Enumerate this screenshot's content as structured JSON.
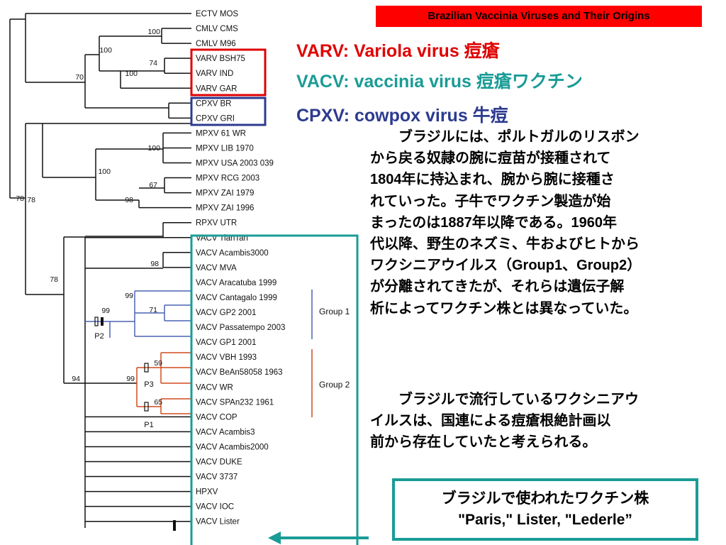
{
  "banner": "Brazilian Vaccinia Viruses and Their Origins",
  "legend": [
    {
      "text": "VARV: Variola virus 痘瘡",
      "color": "#e00000"
    },
    {
      "text": "VACV: vaccinia virus 痘瘡ワクチン",
      "color": "#1a9c96"
    },
    {
      "text": "CPXV: cowpox virus  牛痘",
      "color": "#2d3b8f"
    }
  ],
  "paragraph1": [
    "ブラジルには、ポルトガルのリスボン",
    "から戻る奴隷の腕に痘苗が接種されて",
    "1804年に持込まれ、腕から腕に接種さ",
    "れていった。子牛でワクチン製造が始",
    "まったのは1887年以降である。1960年",
    "代以降、野生のネズミ、牛およびヒトから",
    "ワクシニアウイルス（Group1、Group2）",
    "が分離されてきたが、それらは遺伝子解",
    "析によってワクチン株とは異なっていた。"
  ],
  "paragraph2": [
    "ブラジルで流行しているワクシニアウ",
    "イルスは、国連による痘瘡根絶計画以",
    "前から存在していたと考えられる。"
  ],
  "bottom_box": {
    "line1": "ブラジルで使われたワクチン株",
    "line2": "\"Paris,\" Lister, \"Lederle”"
  },
  "colors": {
    "varv_box": "#e00000",
    "cpxv_box": "#2d3b8f",
    "vacv_box": "#1a9c96",
    "group1": "#4a63b5",
    "group2": "#d24a1e"
  },
  "tree": {
    "taxa": [
      "ECTV MOS",
      "CMLV CMS",
      "CMLV M96",
      "VARV BSH75",
      "VARV IND",
      "VARV GAR",
      "CPXV BR",
      "CPXV GRI",
      "MPXV 61 WR",
      "MPXV LIB 1970",
      "MPXV USA 2003 039",
      "MPXV RCG 2003",
      "MPXV ZAI 1979",
      "MPXV ZAI 1996",
      "RPXV UTR",
      "VACV TianTan",
      "VACV Acambis3000",
      "VACV MVA",
      "VACV Aracatuba 1999",
      "VACV Cantagalo 1999",
      "VACV GP2 2001",
      "VACV Passatempo 2003",
      "VACV GP1 2001",
      "VACV VBH 1993",
      "VACV BeAn58058 1963",
      "VACV WR",
      "VACV SPAn232 1961",
      "VACV COP",
      "VACV Acambis3",
      "VACV Acambis2000",
      "VACV DUKE",
      "VACV 3737",
      "HPXV",
      "VACV IOC",
      "VACV Lister"
    ],
    "bootstrap": [
      "100",
      "100",
      "74",
      "100",
      "70",
      "100",
      "100",
      "67",
      "98",
      "78",
      "78",
      "98",
      "99",
      "71",
      "99",
      "94",
      "99",
      "59",
      "65"
    ],
    "node_labels": [
      "P2",
      "P3",
      "P1"
    ],
    "groups": [
      "Group 1",
      "Group 2"
    ]
  }
}
